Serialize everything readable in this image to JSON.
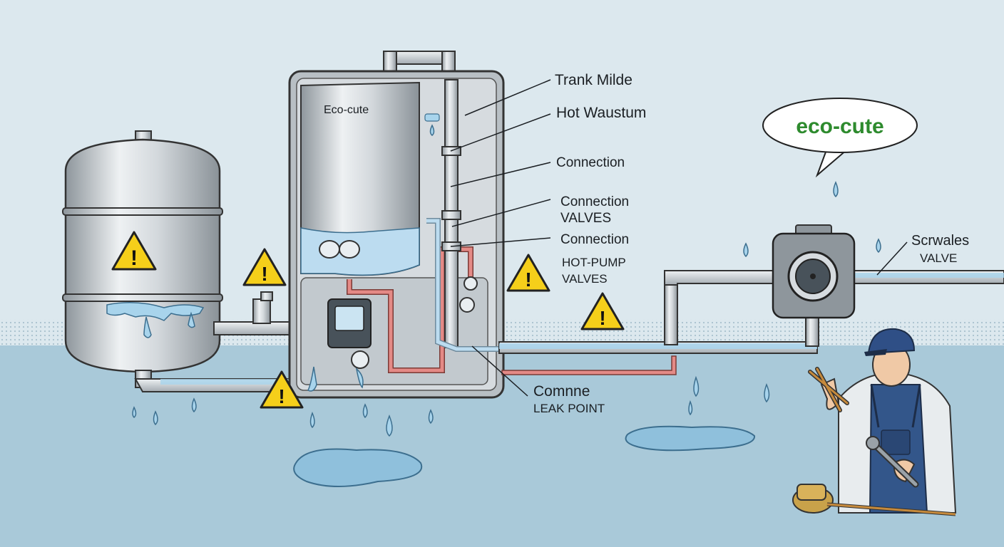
{
  "unit_label": "Eco-cute",
  "bubble": {
    "text": "eco-cute"
  },
  "labels": {
    "tank_middle": "Trank Milde",
    "hot_water": "Hot Waustum",
    "connection_1": "Connection",
    "connection_valves_line1": "Connection",
    "connection_valves_line2": "VALVES",
    "connection_2": "Connection",
    "heat_pump_valves_line1": "HOT-PUMP",
    "heat_pump_valves_line2": "VALVES",
    "screw_valve_line1": "Scrwales",
    "screw_valve_line2": "VALVE",
    "leak_line1": "Comnne",
    "leak_line2": "LEAK POINT"
  },
  "colors": {
    "background_sky": "#dce8ee",
    "floor": "#a9c9d9",
    "pipe": "#c4cacf",
    "hot_pipe": "#e48a86",
    "water": "#a8d4ec",
    "warning": "#f5cf1a",
    "bubble_text": "#2e8b2e",
    "overalls": "#33568a"
  },
  "icons": [
    "warning-icon",
    "water-drop-icon",
    "wrench-icon",
    "pliers-icon",
    "valve-icon"
  ]
}
